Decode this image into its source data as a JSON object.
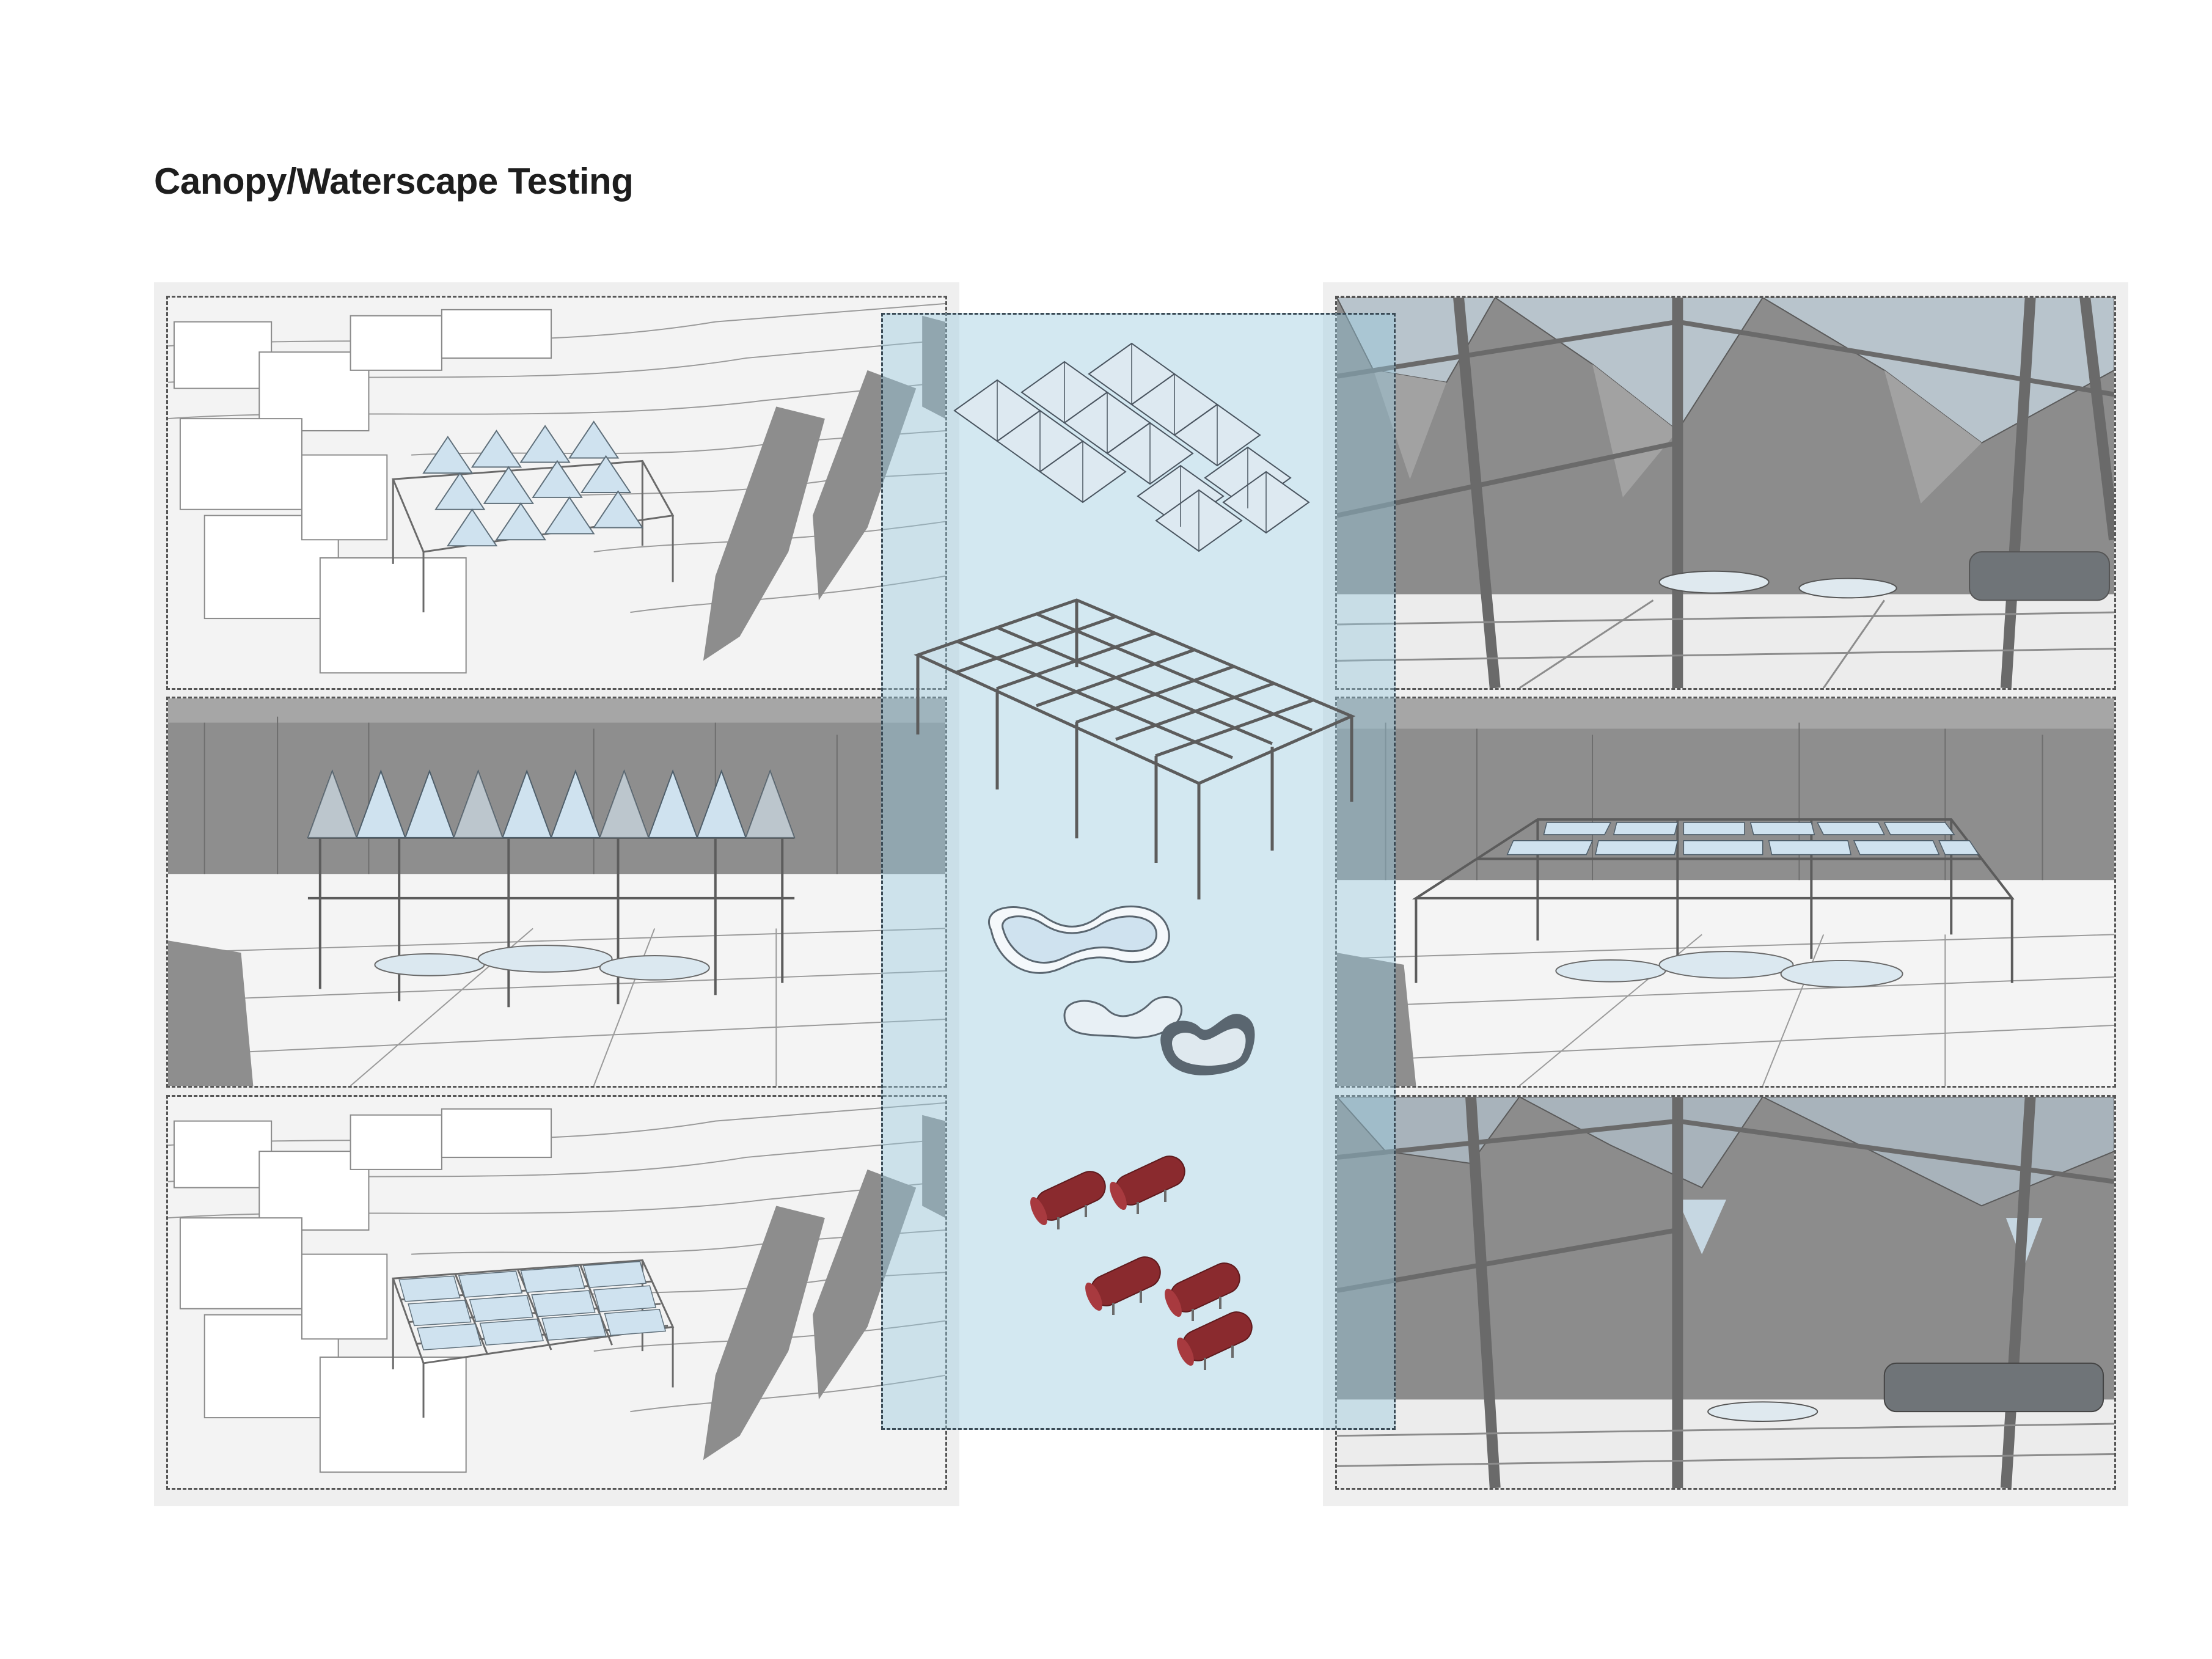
{
  "title": "Canopy/Waterscape Testing",
  "colors": {
    "background": "#ffffff",
    "panel": "#efefef",
    "accent_band": "#96c8de",
    "canopy": "#d6e6f0",
    "pods": "#8a2a2e",
    "dark_render": "#8f8f8f"
  },
  "left_column": {
    "views": [
      {
        "name": "aerial-pyramid-canopy"
      },
      {
        "name": "street-view-folded-canopy"
      },
      {
        "name": "aerial-flat-canopy"
      }
    ]
  },
  "exploded_axonometric": {
    "components": [
      {
        "name": "canopy-modules"
      },
      {
        "name": "structural-frame"
      },
      {
        "name": "water-basins"
      },
      {
        "name": "cylindrical-pods"
      }
    ]
  },
  "right_column": {
    "views": [
      {
        "name": "interior-view-under-canopy"
      },
      {
        "name": "street-view-grid-canopy"
      },
      {
        "name": "interior-view-pods"
      }
    ]
  }
}
